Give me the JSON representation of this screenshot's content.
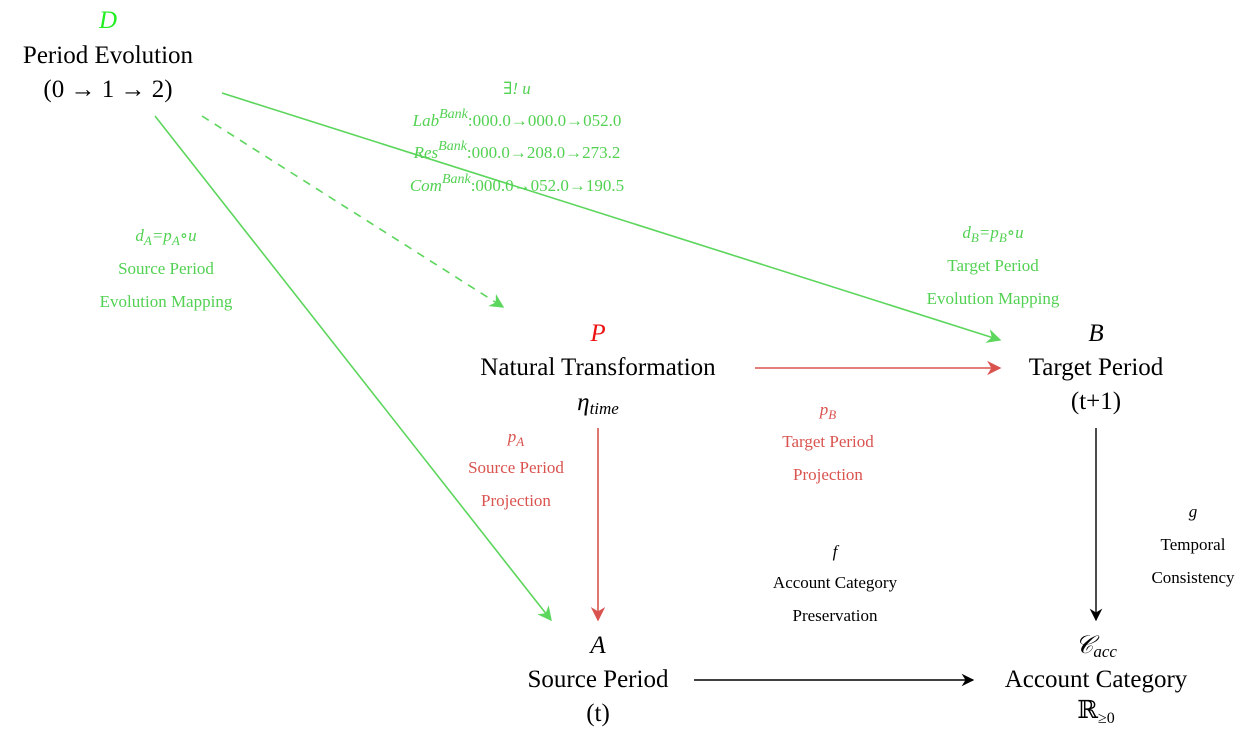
{
  "colors": {
    "green_arrow": "#5cd65c",
    "green_label": "#52d152",
    "green_symbol": "#22ee22",
    "red_arrow": "#d9534f",
    "red_symbol": "#ee1111",
    "black": "#000000"
  },
  "nodes": {
    "D": {
      "symbol": "D",
      "title": "Period Evolution",
      "subtitle": "(0 → 1 → 2)"
    },
    "P": {
      "symbol": "P",
      "title": "Natural Transformation",
      "subtitle": "η",
      "subtitle_sub": "time"
    },
    "B": {
      "symbol": "B",
      "title": "Target Period",
      "subtitle": "(t+1)"
    },
    "A": {
      "symbol": "A",
      "title": "Source Period",
      "subtitle": "(t)"
    },
    "C": {
      "symbol": "𝒞",
      "symbol_sub": "acc",
      "title": "Account Category",
      "subtitle": "ℝ",
      "subtitle_sub": "≥0"
    }
  },
  "edges": {
    "u": {
      "label": "∃! u",
      "style": "dashed",
      "lines": [
        {
          "name": "Lab",
          "sup": "Bank",
          "values": ":000.0→000.0→052.0"
        },
        {
          "name": "Res",
          "sup": "Bank",
          "values": ":000.0→208.0→273.2"
        },
        {
          "name": "Com",
          "sup": "Bank",
          "values": ":000.0→052.0→190.5"
        }
      ]
    },
    "dA": {
      "formula": "d",
      "formula_sub": "A",
      "formula_rest": "=p",
      "formula_sub2": "A",
      "formula_end": "∘u",
      "line1": "Source Period",
      "line2": "Evolution Mapping"
    },
    "dB": {
      "formula": "d",
      "formula_sub": "B",
      "formula_rest": "=p",
      "formula_sub2": "B",
      "formula_end": "∘u",
      "line1": "Target Period",
      "line2": "Evolution Mapping"
    },
    "pA": {
      "symbol": "p",
      "symbol_sub": "A",
      "line1": "Source Period",
      "line2": "Projection"
    },
    "pB": {
      "symbol": "p",
      "symbol_sub": "B",
      "line1": "Target Period",
      "line2": "Projection"
    },
    "f": {
      "symbol": "f",
      "line1": "Account Category",
      "line2": "Preservation"
    },
    "g": {
      "symbol": "g",
      "line1": "Temporal",
      "line2": "Consistency"
    }
  }
}
